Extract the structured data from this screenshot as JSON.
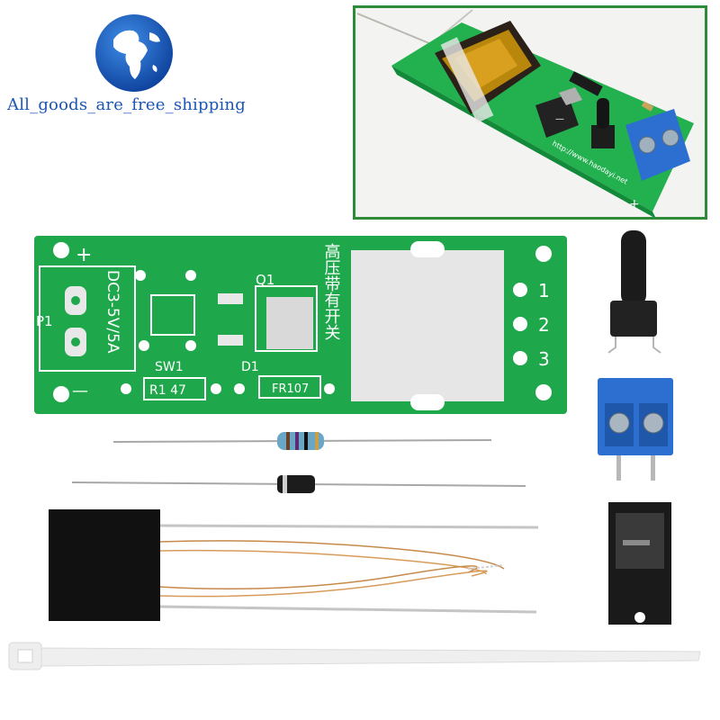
{
  "brand": {
    "store_name": "All_goods_are_free_shipping"
  },
  "pcb": {
    "polarity_plus": "+",
    "polarity_minus": "—",
    "input_label": "DC3-5V/5A",
    "connector_label": "P1",
    "switch_label": "SW1",
    "transistor_label": "Q1",
    "diode_label": "D1",
    "diode_part": "FR107",
    "resistor_label": "R1 47",
    "chinese_title": "高压带有开关",
    "pin_labels": [
      "1",
      "2",
      "3"
    ]
  },
  "photo": {
    "url_print": "http://www.haodayi.net",
    "minus_mark": "—",
    "plus_mark": "+"
  },
  "colors": {
    "brand_blue": "#1a57b5",
    "pcb_green": "#1ea84b",
    "frame_green": "#2e8b3a",
    "terminal_blue": "#2d6fd0"
  }
}
